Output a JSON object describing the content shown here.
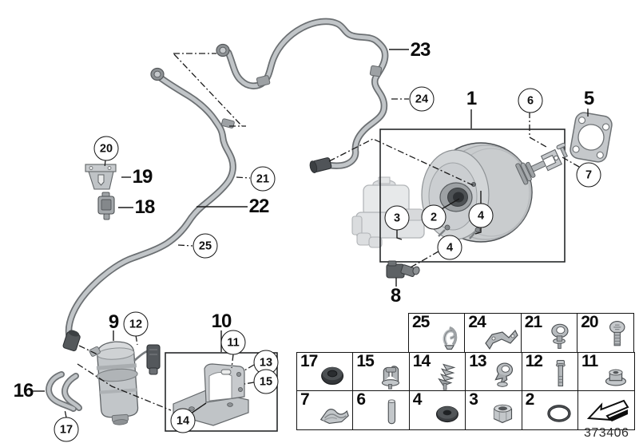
{
  "diagram": {
    "doc_number": "373406",
    "callouts": {
      "c1": "1",
      "c2": "2",
      "c3": "3",
      "c4a": "4",
      "c4b": "4",
      "c5": "5",
      "c6": "6",
      "c7": "7",
      "c8": "8",
      "c9": "9",
      "c10": "10",
      "c11": "11",
      "c12": "12",
      "c13": "13",
      "c14": "14",
      "c15": "15",
      "c16": "16",
      "c17": "17",
      "c18": "18",
      "c19": "19",
      "c20": "20",
      "c21": "21",
      "c22": "22",
      "c23": "23",
      "c24": "24",
      "c25": "25"
    },
    "parts_grid": {
      "rows": [
        {
          "cells": [
            {
              "label": "25",
              "icon": "spring-clip-icon"
            },
            {
              "label": "24",
              "icon": "bracket-icon"
            },
            {
              "label": "21",
              "icon": "clamp-grommet-icon"
            },
            {
              "label": "20",
              "icon": "screw-icon"
            }
          ]
        },
        {
          "cells": [
            {
              "label": "17",
              "icon": "rubber-grommet-icon"
            },
            {
              "label": "15",
              "icon": "clip-icon"
            },
            {
              "label": "14",
              "icon": "fir-tree-clip-icon"
            },
            {
              "label": "13",
              "icon": "hose-clip-icon"
            },
            {
              "label": "12",
              "icon": "bolt-icon"
            },
            {
              "label": "11",
              "icon": "flange-nut-icon"
            }
          ]
        },
        {
          "cells": [
            {
              "label": "7",
              "icon": "spring-plate-icon"
            },
            {
              "label": "6",
              "icon": "pin-icon"
            },
            {
              "label": "4",
              "icon": "rubber-damper-icon"
            },
            {
              "label": "3",
              "icon": "nut-icon"
            },
            {
              "label": "2",
              "icon": "o-ring-icon"
            },
            {
              "label": "",
              "icon": "nav-arrow-icon"
            }
          ]
        }
      ]
    }
  }
}
